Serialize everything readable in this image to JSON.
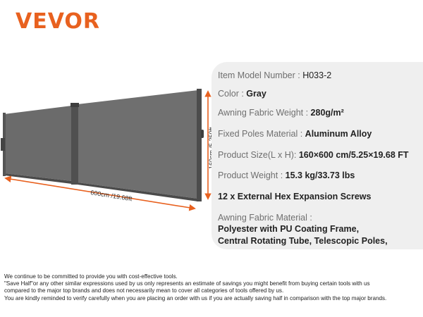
{
  "brand": {
    "logo_text": "VEVOR",
    "accent_color": "#e8611f"
  },
  "diagram": {
    "width_label": "600cm /19.68ft",
    "height_label": "160cm /5.250ft",
    "panel_color": "#6b6b6b",
    "arrow_color": "#e8611f"
  },
  "specs": {
    "model": {
      "label": "Item Model Number : ",
      "value": "H033-2"
    },
    "color": {
      "label": "Color : ",
      "value": "Gray"
    },
    "fabric_weight": {
      "label": "Awning Fabric Weight : ",
      "value": "280g/m²"
    },
    "poles": {
      "label": "Fixed Poles Material :  ",
      "value": "Aluminum Alloy"
    },
    "size": {
      "label": "Product Size(L x H): ",
      "value": "160×600 cm/5.25×19.68 FT"
    },
    "weight": {
      "label": "Product Weight : ",
      "value": "15.3 kg/33.73 lbs"
    },
    "screws": "12 x External Hex Expansion Screws",
    "material": {
      "label": "Awning Fabric Material :",
      "line1": "Polyester with PU Coating Frame,",
      "line2": "Central Rotating Tube, Telescopic Poles,"
    }
  },
  "disclaimer": {
    "line1": "We continue to be committed to provide you with cost-effective tools.",
    "line2": "\"Save Half\"or any other similar expressions used by us only represents an estimate of savings you might benefit from buying certain tools with us",
    "line3": "compared to the major top brands and does not necessarily mean to cover all categories of tools offered by us.",
    "line4": "You are kindly reminded to verify carefully when you are placing an order with us if you are actually saving half in comparison with the top major brands."
  }
}
